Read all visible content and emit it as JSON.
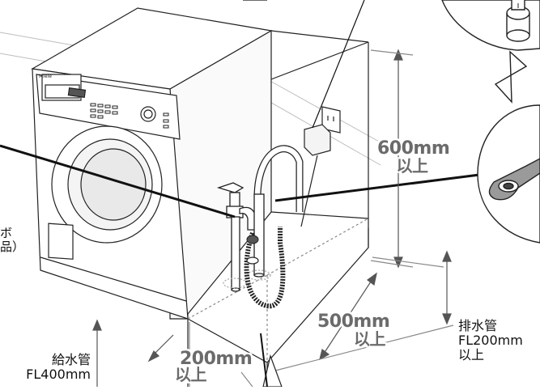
{
  "diagram": {
    "dimensions": {
      "height": "600mm",
      "height_suffix": "以上",
      "depth": "500mm",
      "depth_suffix": "以上",
      "width": "200mm",
      "width_suffix": "以上"
    },
    "labels": {
      "drain_pipe": "排水管",
      "drain_fl": "FL200mm",
      "drain_suffix": "以上",
      "supply_pipe": "給水管",
      "supply_fl": "FL400mm",
      "left_partial_1": "ボ",
      "left_partial_2": "品）",
      "machine_brand": "Miele"
    },
    "colors": {
      "dimension_text": "#6b6b6b",
      "line": "#222222",
      "leader": "#111111"
    }
  }
}
